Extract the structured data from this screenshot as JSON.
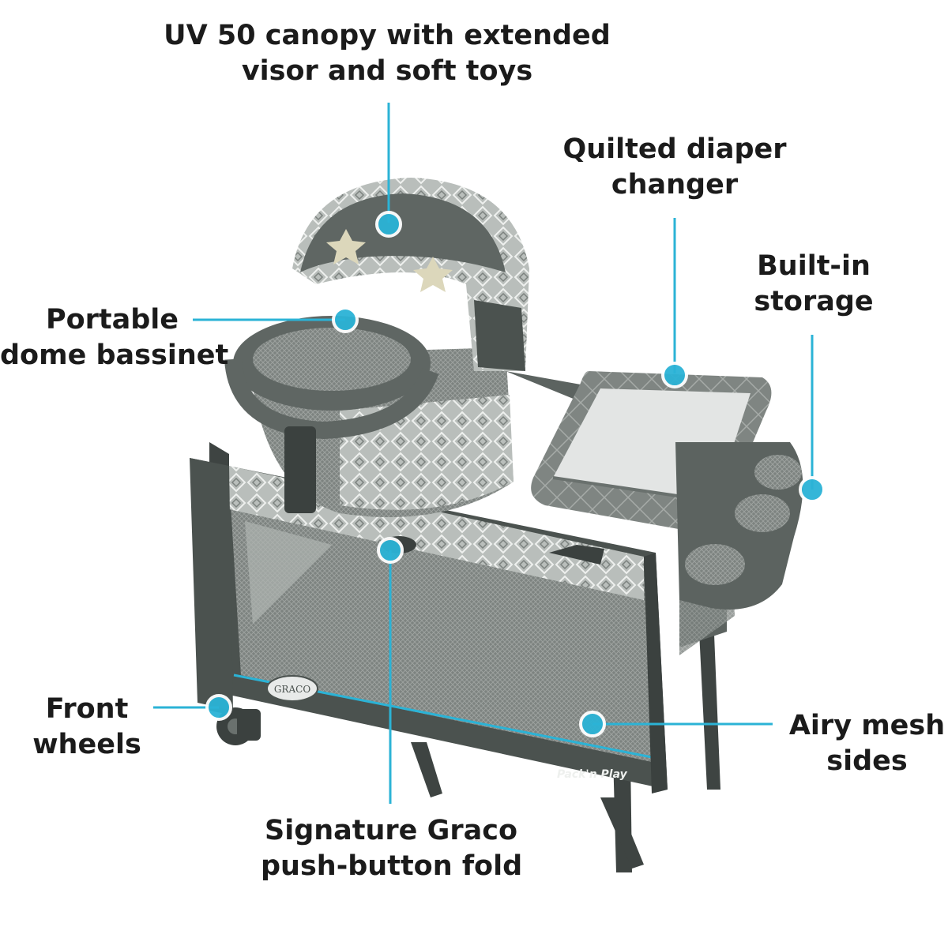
{
  "callouts": {
    "canopy": {
      "line1": "UV 50 canopy with extended",
      "line2": "visor and soft toys"
    },
    "changer": {
      "line1": "Quilted diaper",
      "line2": "changer"
    },
    "storage": {
      "line1": "Built-in",
      "line2": "storage"
    },
    "bassinet": {
      "line1": "Portable",
      "line2": "dome bassinet"
    },
    "wheels": {
      "line1": "Front",
      "line2": "wheels"
    },
    "mesh": {
      "line1": "Airy mesh",
      "line2": "sides"
    },
    "fold": {
      "line1": "Signature Graco",
      "line2": "push-button fold"
    }
  },
  "brand": {
    "logo": "GRACO",
    "product_mark": "Pack'n Play"
  },
  "colors": {
    "accent": "#2bb3d6",
    "frame": "#4b524f",
    "fabric": "#8b918e",
    "text": "#1b1b1b"
  }
}
